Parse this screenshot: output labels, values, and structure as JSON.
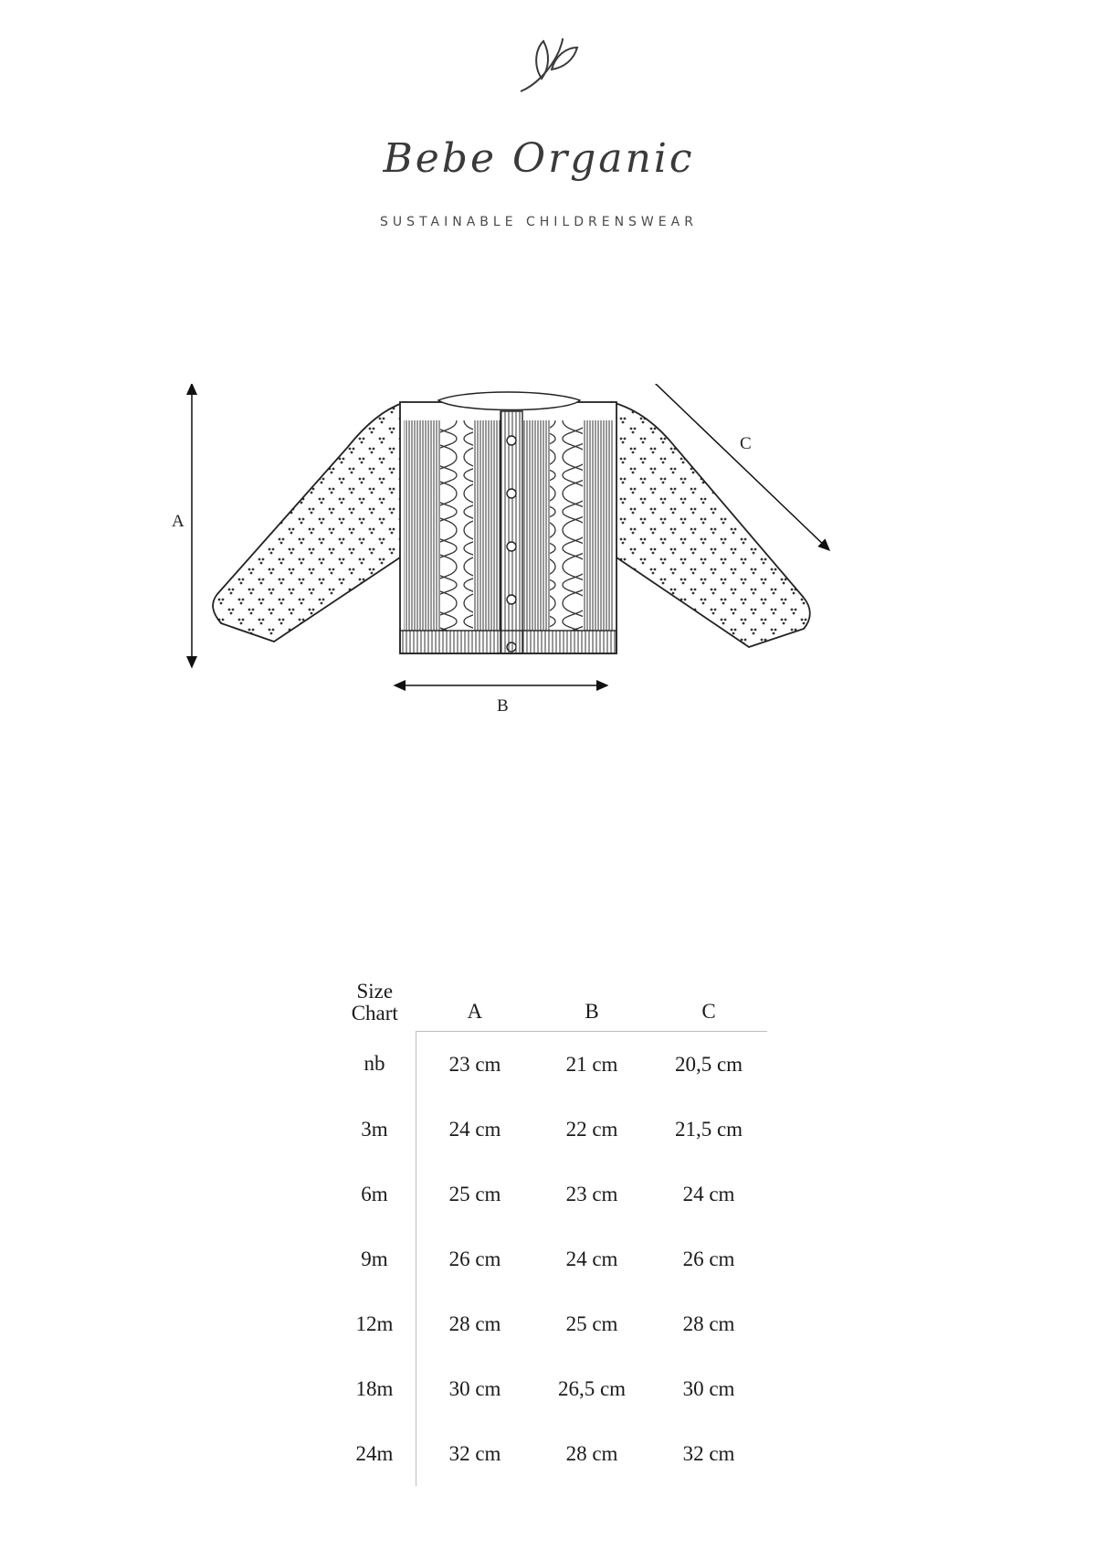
{
  "brand": {
    "name": "Bebe Organic",
    "tagline": "SUSTAINABLE CHILDRENSWEAR",
    "logo_icon": "leaf-sprig-icon"
  },
  "diagram": {
    "garment": "cardigan-sketch",
    "labels": {
      "a": "A",
      "b": "B",
      "c": "C"
    }
  },
  "size_chart": {
    "header": {
      "size_line1": "Size",
      "size_line2": "Chart",
      "a": "A",
      "b": "B",
      "c": "C"
    },
    "rows": [
      {
        "size": "nb",
        "a": "23 cm",
        "b": "21 cm",
        "c": "20,5 cm"
      },
      {
        "size": "3m",
        "a": "24 cm",
        "b": "22 cm",
        "c": "21,5 cm"
      },
      {
        "size": "6m",
        "a": "25 cm",
        "b": "23 cm",
        "c": "24 cm"
      },
      {
        "size": "9m",
        "a": "26 cm",
        "b": "24 cm",
        "c": "26 cm"
      },
      {
        "size": "12m",
        "a": "28 cm",
        "b": "25 cm",
        "c": "28 cm"
      },
      {
        "size": "18m",
        "a": "30 cm",
        "b": "26,5 cm",
        "c": "30 cm"
      },
      {
        "size": "24m",
        "a": "32 cm",
        "b": "28 cm",
        "c": "32 cm"
      }
    ]
  }
}
